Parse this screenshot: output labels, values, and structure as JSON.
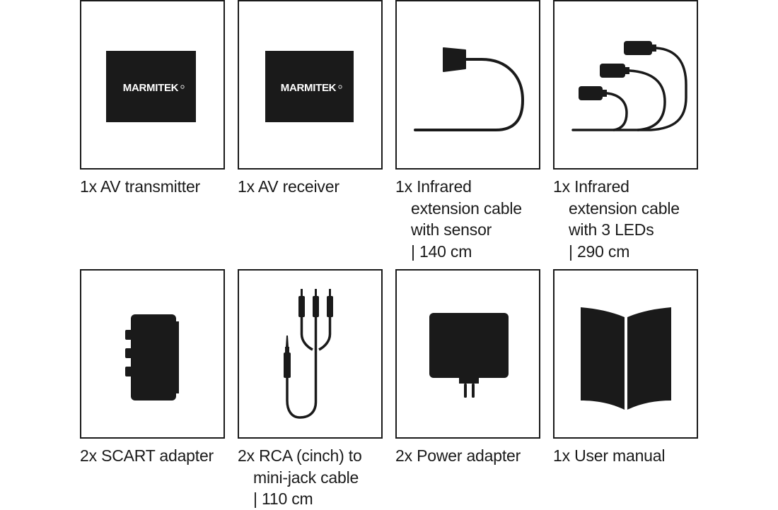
{
  "brand": {
    "logo_text": "MARMITEK"
  },
  "items": [
    {
      "id": "av-transmitter",
      "icon": "device-box-icon",
      "lines": [
        "1x AV transmitter"
      ]
    },
    {
      "id": "av-receiver",
      "icon": "device-box-icon",
      "lines": [
        "1x AV receiver"
      ]
    },
    {
      "id": "ir-cable-sensor",
      "icon": "ir-sensor-cable-icon",
      "lines": [
        "1x Infrared",
        "extension cable",
        "with sensor",
        "| 140 cm"
      ]
    },
    {
      "id": "ir-cable-leds",
      "icon": "ir-led-cable-icon",
      "lines": [
        "1x Infrared",
        "extension cable",
        "with 3 LEDs",
        "| 290 cm"
      ]
    },
    {
      "id": "scart-adapter",
      "icon": "scart-adapter-icon",
      "lines": [
        "2x SCART adapter"
      ]
    },
    {
      "id": "rca-cable",
      "icon": "rca-minijack-cable-icon",
      "lines": [
        "2x RCA (cinch) to",
        "mini-jack cable",
        "| 110 cm"
      ]
    },
    {
      "id": "power-adapter",
      "icon": "power-adapter-icon",
      "lines": [
        "2x Power adapter"
      ]
    },
    {
      "id": "user-manual",
      "icon": "open-book-icon",
      "lines": [
        "1x User manual"
      ]
    }
  ]
}
